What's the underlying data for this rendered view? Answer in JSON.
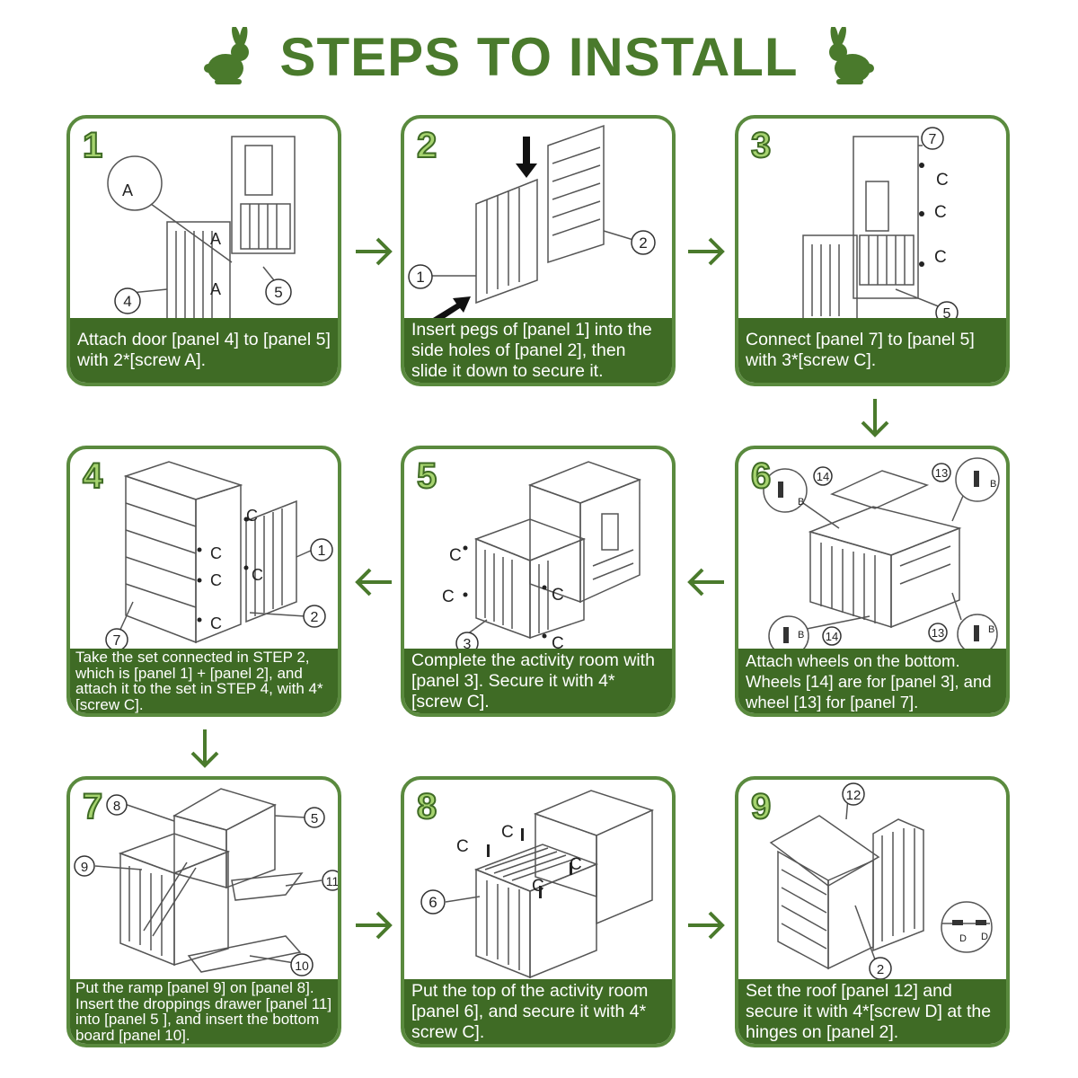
{
  "title": "STEPS TO INSTALL",
  "colors": {
    "primary": "#3f6b25",
    "title": "#4a7a2c",
    "number_fill": "#a6d36f",
    "border": "#5a8a3e"
  },
  "icons": {
    "title_left": "rabbit-icon",
    "title_right": "rabbit-icon",
    "flow": "arrow-icon"
  },
  "steps": [
    {
      "number": "1",
      "caption": "Attach door [panel 4] to [panel 5] with 2*[screw A].",
      "labels": [
        "A",
        "A",
        "A",
        "4",
        "5"
      ]
    },
    {
      "number": "2",
      "caption": "Insert pegs of [panel 1] into the side holes of [panel 2], then slide it down to secure it.",
      "labels": [
        "1",
        "2"
      ]
    },
    {
      "number": "3",
      "caption": "Connect [panel 7] to [panel 5] with 3*[screw C].",
      "labels": [
        "7",
        "C",
        "C",
        "C",
        "5"
      ]
    },
    {
      "number": "4",
      "caption": "Take the set connected in STEP 2, which is [panel 1] + [panel 2], and attach it to the set in STEP 4, with 4*[screw C].",
      "labels": [
        "C",
        "C",
        "C",
        "C",
        "C",
        "1",
        "2",
        "7"
      ]
    },
    {
      "number": "5",
      "caption": "Complete the activity room with [panel 3]. Secure it with 4*[screw C].",
      "labels": [
        "C",
        "C",
        "C",
        "C",
        "3"
      ]
    },
    {
      "number": "6",
      "caption": "Attach wheels on the bottom. Wheels [14] are for [panel 3], and wheel [13] for [panel 7].",
      "labels": [
        "14",
        "B",
        "13",
        "B",
        "14",
        "B",
        "13",
        "B"
      ]
    },
    {
      "number": "7",
      "caption": "Put the ramp [panel 9] on [panel 8]. Insert the droppings drawer [panel 11] into [panel 5 ], and insert the bottom board [panel 10].",
      "labels": [
        "8",
        "5",
        "9",
        "11",
        "10"
      ]
    },
    {
      "number": "8",
      "caption": "Put the top of the activity room [panel 6], and secure it with 4* screw C].",
      "labels": [
        "C",
        "C",
        "C",
        "C",
        "6"
      ]
    },
    {
      "number": "9",
      "caption": "Set the roof [panel 12] and secure it with 4*[screw D] at the hinges on [panel 2].",
      "labels": [
        "12",
        "D",
        "D",
        "2"
      ]
    }
  ]
}
